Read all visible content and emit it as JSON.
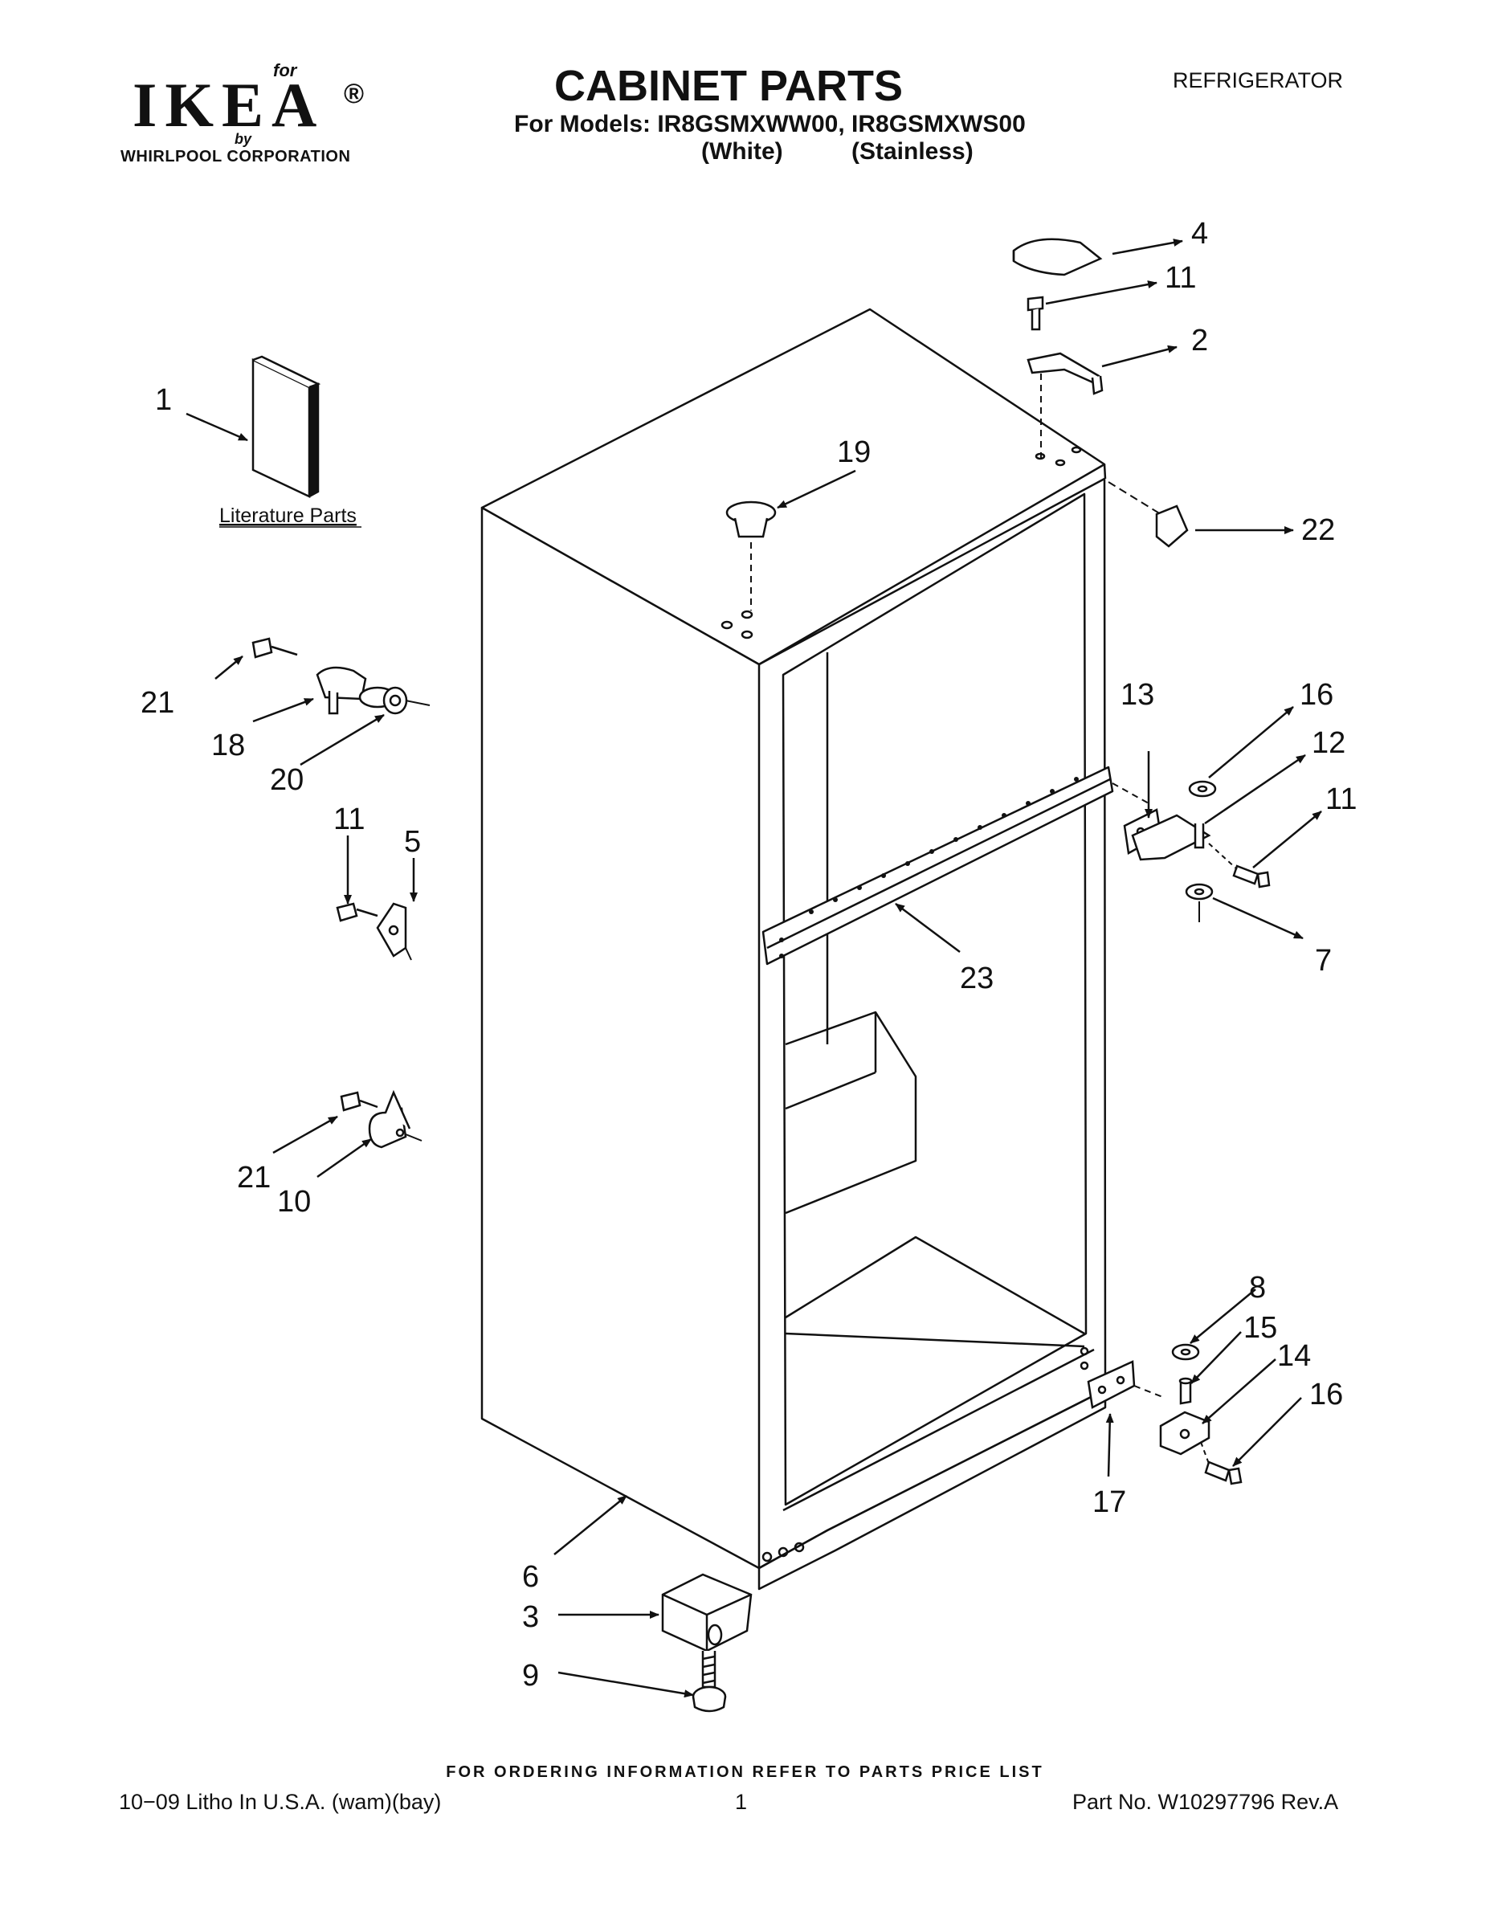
{
  "header": {
    "logo_for": "for",
    "logo_brand": "IKEA",
    "logo_reg": "®",
    "logo_by": "by",
    "logo_corp": "WHIRLPOOL  CORPORATION",
    "title": "CABINET PARTS",
    "models": "For Models: IR8GSMXWW00, IR8GSMXWS00",
    "variant_white": "(White)",
    "variant_stainless": "(Stainless)",
    "product": "REFRIGERATOR"
  },
  "diagram": {
    "literature_label": "Literature Parts",
    "callouts": {
      "c1": "1",
      "c2": "2",
      "c3": "3",
      "c4": "4",
      "c5": "5",
      "c6": "6",
      "c7": "7",
      "c8": "8",
      "c9": "9",
      "c10": "10",
      "c11a": "11",
      "c11b": "11",
      "c11c": "11",
      "c12": "12",
      "c13": "13",
      "c14": "14",
      "c15": "15",
      "c16a": "16",
      "c16b": "16",
      "c17": "17",
      "c18": "18",
      "c19": "19",
      "c20": "20",
      "c21a": "21",
      "c21b": "21",
      "c22": "22",
      "c23": "23"
    }
  },
  "footer": {
    "ordering": "FOR ORDERING INFORMATION REFER TO PARTS PRICE LIST",
    "litho": "10−09 Litho In U.S.A. (wam)(bay)",
    "page": "1",
    "part_no": "Part No. W10297796 Rev.A"
  }
}
